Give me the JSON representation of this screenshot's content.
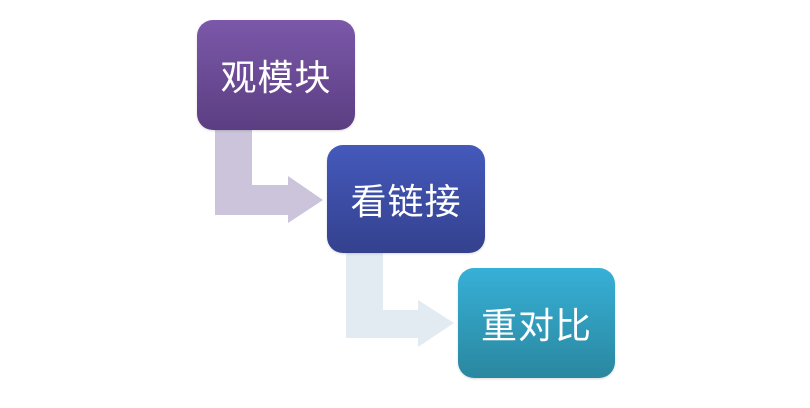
{
  "diagram": {
    "type": "step-down-process",
    "steps": [
      {
        "label": "观模块",
        "color_top": "#7b58a9",
        "color_bottom": "#5b3e82"
      },
      {
        "label": "看链接",
        "color_top": "#4459bb",
        "color_bottom": "#34418e"
      },
      {
        "label": "重对比",
        "color_top": "#37b0d7",
        "color_bottom": "#2a879f"
      }
    ],
    "connectors": [
      {
        "from": 0,
        "to": 1,
        "color": "#cbc4da"
      },
      {
        "from": 1,
        "to": 2,
        "color": "#e3ebf2"
      }
    ]
  }
}
